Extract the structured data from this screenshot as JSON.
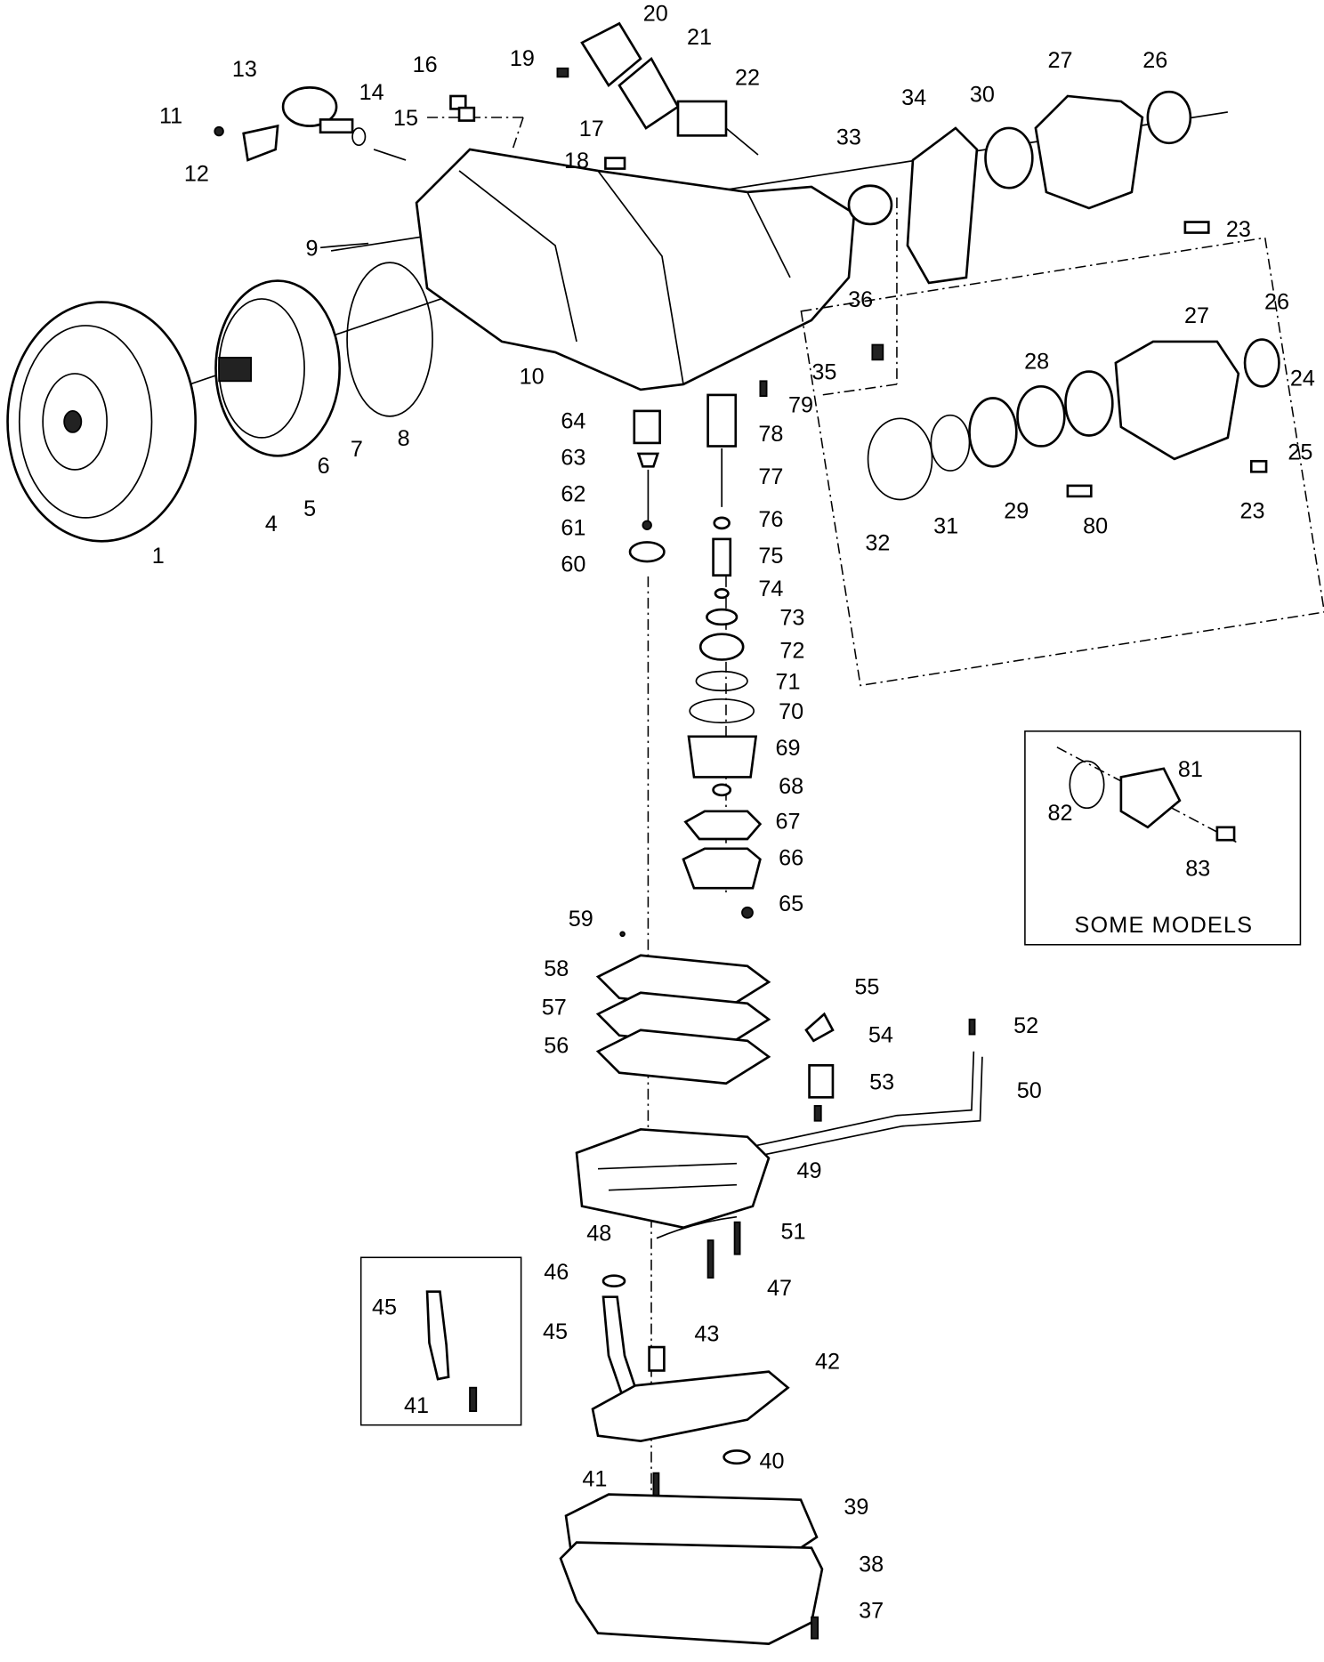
{
  "diagram": {
    "callouts": [
      "1",
      "4",
      "5",
      "6",
      "7",
      "8",
      "9",
      "10",
      "11",
      "12",
      "13",
      "14",
      "15",
      "16",
      "17",
      "18",
      "19",
      "20",
      "21",
      "22",
      "23",
      "26",
      "27",
      "30",
      "33",
      "34",
      "36",
      "35",
      "79",
      "64",
      "63",
      "62",
      "61",
      "60",
      "78",
      "77",
      "76",
      "75",
      "74",
      "73",
      "72",
      "71",
      "70",
      "69",
      "68",
      "67",
      "66",
      "65",
      "26",
      "27",
      "28",
      "24",
      "25",
      "23",
      "80",
      "29",
      "31",
      "32",
      "81",
      "82",
      "83",
      "59",
      "58",
      "57",
      "56",
      "55",
      "54",
      "53",
      "52",
      "50",
      "49",
      "48",
      "51",
      "47",
      "46",
      "45",
      "45",
      "43",
      "42",
      "41",
      "41",
      "40",
      "39",
      "38",
      "37"
    ],
    "inset_caption": "SOME MODELS",
    "line_color": "#000000",
    "background": "#ffffff"
  }
}
